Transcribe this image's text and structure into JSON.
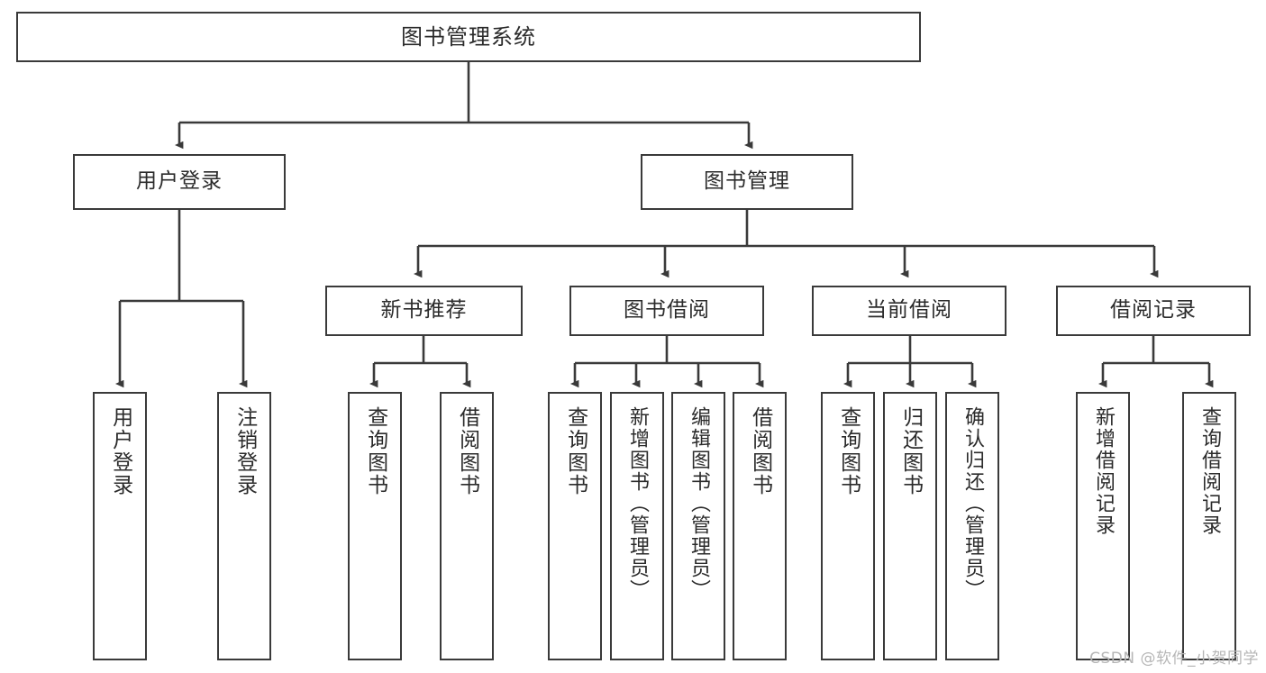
{
  "diagram": {
    "title": "图书管理系统",
    "type": "tree",
    "watermark": "CSDN @软件_小贺同学",
    "style": {
      "box_fill": "#ffffff",
      "box_border": "#3a3a3a",
      "line_color": "#3a3a3a",
      "text_color": "#2b2b2b",
      "background": "#ffffff",
      "watermark_color": "#b6b6b6"
    },
    "root": {
      "label": "图书管理系统"
    },
    "level2": [
      {
        "label": "用户登录"
      },
      {
        "label": "图书管理"
      }
    ],
    "level3": [
      {
        "label": "新书推荐"
      },
      {
        "label": "图书借阅"
      },
      {
        "label": "当前借阅"
      },
      {
        "label": "借阅记录"
      }
    ],
    "leaves": {
      "user_login": [
        {
          "label": "用户登录"
        },
        {
          "label": "注销登录"
        }
      ],
      "new_book": [
        {
          "label": "查询图书"
        },
        {
          "label": "借阅图书"
        }
      ],
      "book_borrow": [
        {
          "label": "查询图书"
        },
        {
          "label": "新增图书（管理员）"
        },
        {
          "label": "编辑图书（管理员）"
        },
        {
          "label": "借阅图书"
        }
      ],
      "current_borrow": [
        {
          "label": "查询图书"
        },
        {
          "label": "归还图书"
        },
        {
          "label": "确认归还（管理员）"
        }
      ],
      "borrow_record": [
        {
          "label": "新增借阅记录"
        },
        {
          "label": "查询借阅记录"
        }
      ]
    }
  }
}
